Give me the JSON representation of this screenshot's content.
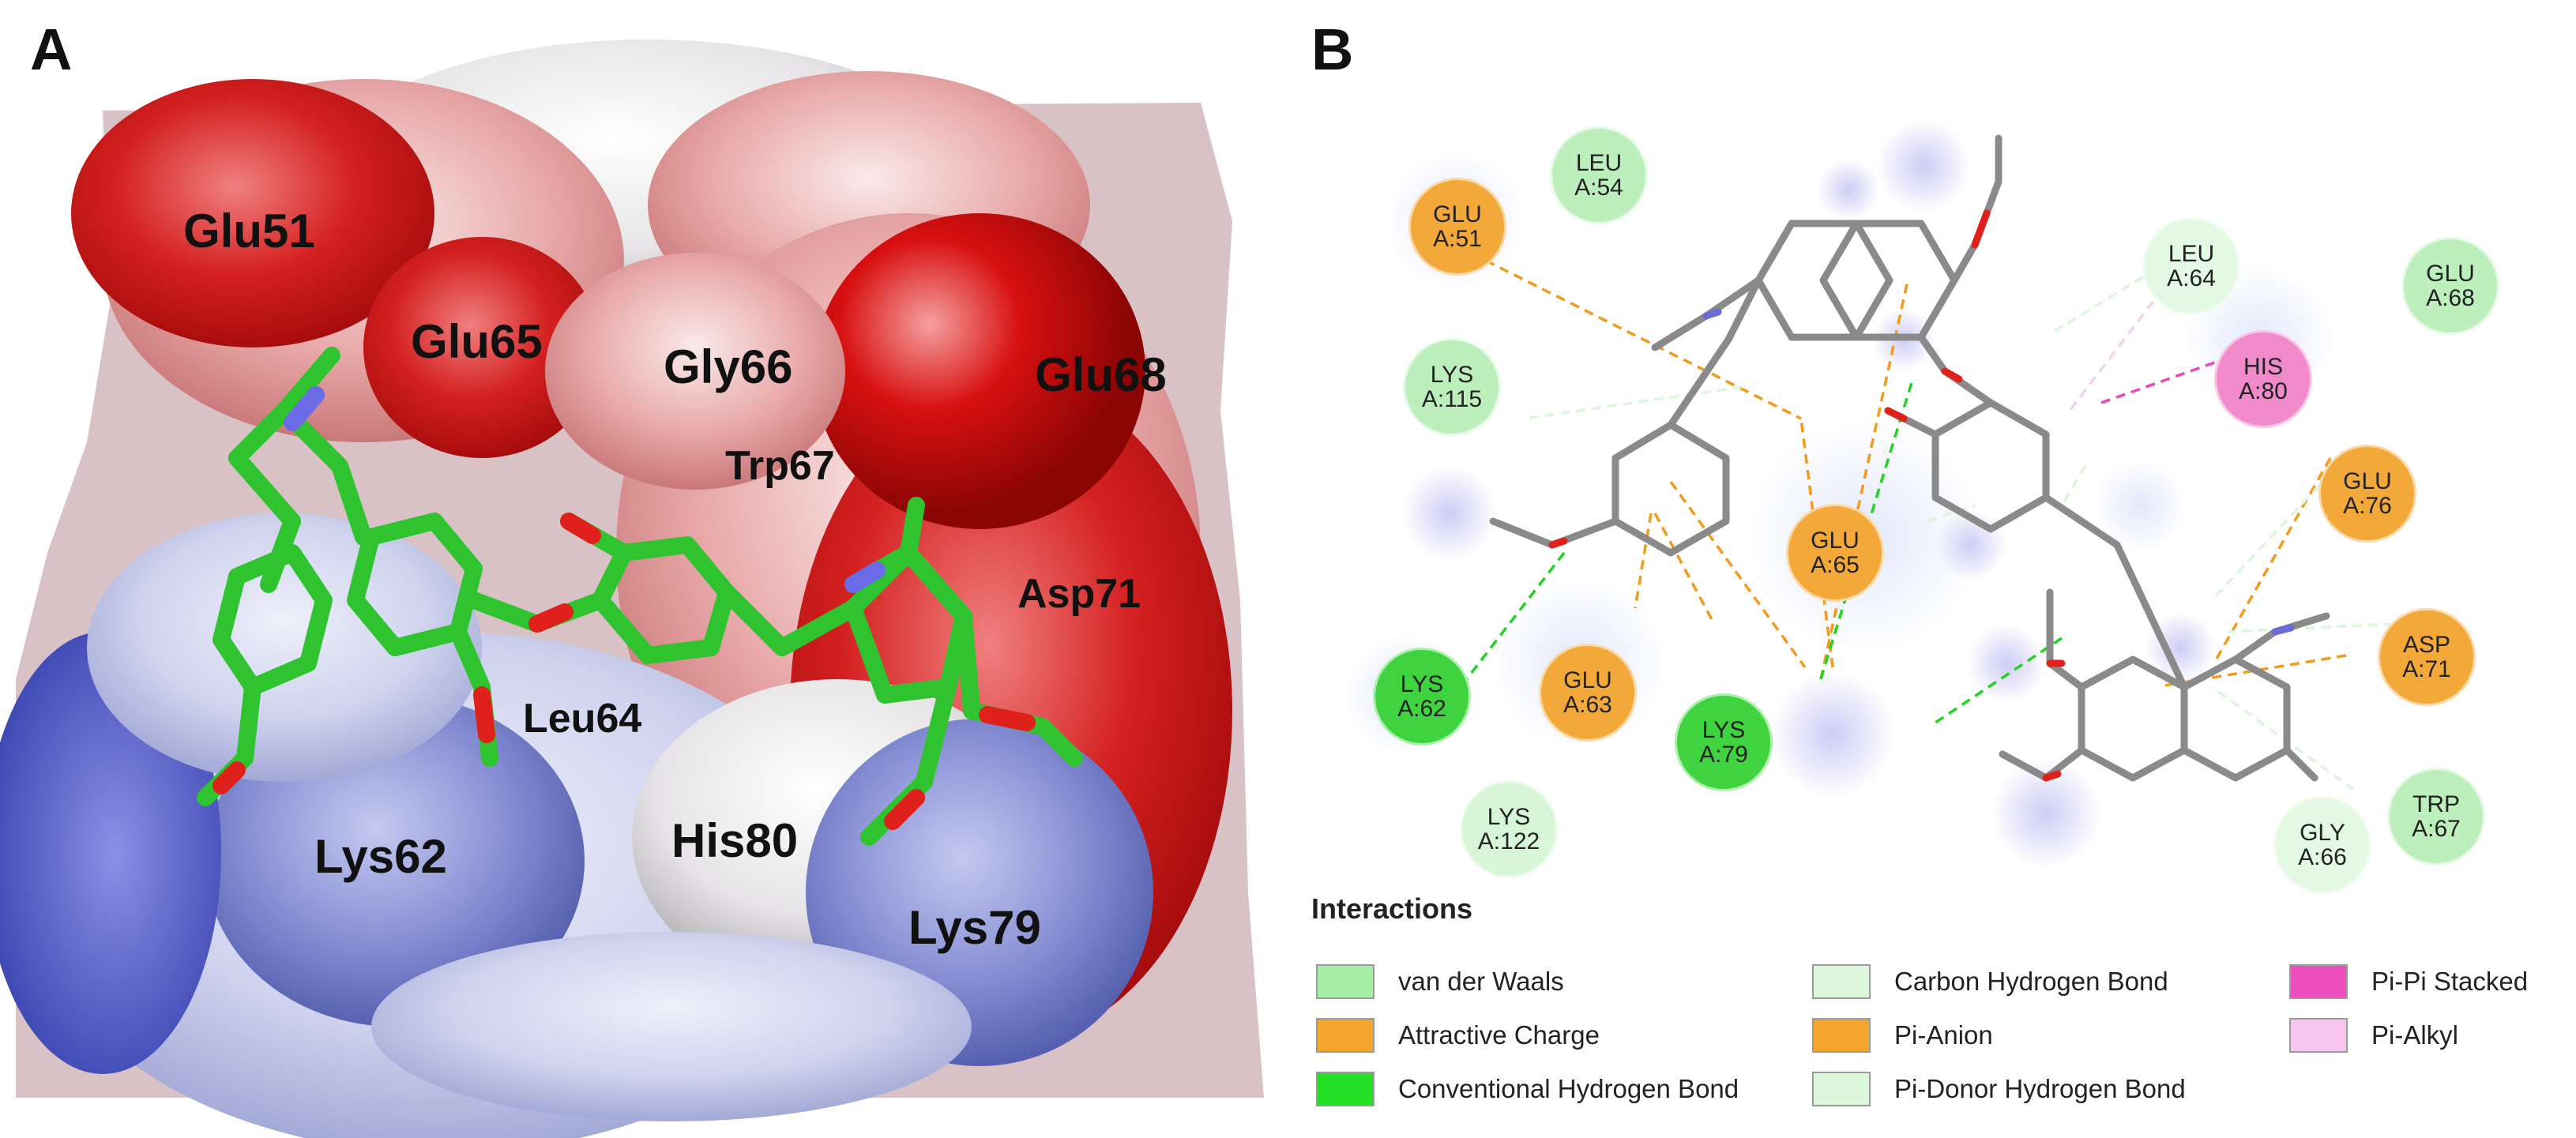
{
  "panels": {
    "a": {
      "letter": "A"
    },
    "b": {
      "letter": "B"
    }
  },
  "surface_labels": [
    {
      "text": "Glu51"
    },
    {
      "text": "Glu65"
    },
    {
      "text": "Gly66"
    },
    {
      "text": "Glu68"
    },
    {
      "text": "Trp67"
    },
    {
      "text": "Asp71"
    },
    {
      "text": "Leu64"
    },
    {
      "text": "Lys62"
    },
    {
      "text": "His80"
    },
    {
      "text": "Lys79"
    }
  ],
  "residues": [
    {
      "line1": "LEU",
      "line2": "A:54",
      "type": "van der Waals"
    },
    {
      "line1": "GLU",
      "line2": "A:51",
      "type": "Attractive Charge"
    },
    {
      "line1": "LEU",
      "line2": "A:64",
      "type": "Carbon Hydrogen Bond"
    },
    {
      "line1": "GLU",
      "line2": "A:68",
      "type": "van der Waals"
    },
    {
      "line1": "LYS",
      "line2": "A:115",
      "type": "van der Waals"
    },
    {
      "line1": "HIS",
      "line2": "A:80",
      "type": "Pi-Pi Stacked"
    },
    {
      "line1": "GLU",
      "line2": "A:76",
      "type": "Attractive Charge"
    },
    {
      "line1": "GLU",
      "line2": "A:65",
      "type": "Attractive Charge"
    },
    {
      "line1": "ASP",
      "line2": "A:71",
      "type": "Attractive Charge"
    },
    {
      "line1": "LYS",
      "line2": "A:62",
      "type": "Conventional Hydrogen Bond"
    },
    {
      "line1": "GLU",
      "line2": "A:63",
      "type": "Attractive Charge"
    },
    {
      "line1": "LYS",
      "line2": "A:79",
      "type": "Conventional Hydrogen Bond"
    },
    {
      "line1": "LYS",
      "line2": "A:122",
      "type": "van der Waals"
    },
    {
      "line1": "TRP",
      "line2": "A:67",
      "type": "van der Waals"
    },
    {
      "line1": "GLY",
      "line2": "A:66",
      "type": "Carbon Hydrogen Bond"
    }
  ],
  "legend": {
    "title": "Interactions",
    "items": [
      {
        "label": "van der Waals",
        "color": "#a6eda6"
      },
      {
        "label": "Attractive Charge",
        "color": "#f5a52c"
      },
      {
        "label": "Conventional Hydrogen Bond",
        "color": "#24e024"
      },
      {
        "label": "Carbon Hydrogen Bond",
        "color": "#dcf7dc"
      },
      {
        "label": "Pi-Anion",
        "color": "#f5a52c"
      },
      {
        "label": "Pi-Donor Hydrogen Bond",
        "color": "#dcf7dc"
      },
      {
        "label": "Pi-Pi Stacked",
        "color": "#ee4fbe"
      },
      {
        "label": "Pi-Alkyl",
        "color": "#f7c6f0"
      }
    ]
  },
  "colors": {
    "ligand_panel_a": "#2fc42f",
    "ligand_panel_b": "#8a8a8a",
    "oxygen": "#e0201b",
    "nitrogen": "#6b6be8",
    "negative_surface": "#d21f1f",
    "positive_surface": "#7580d0",
    "neutral_surface": "#e8e6e8"
  }
}
